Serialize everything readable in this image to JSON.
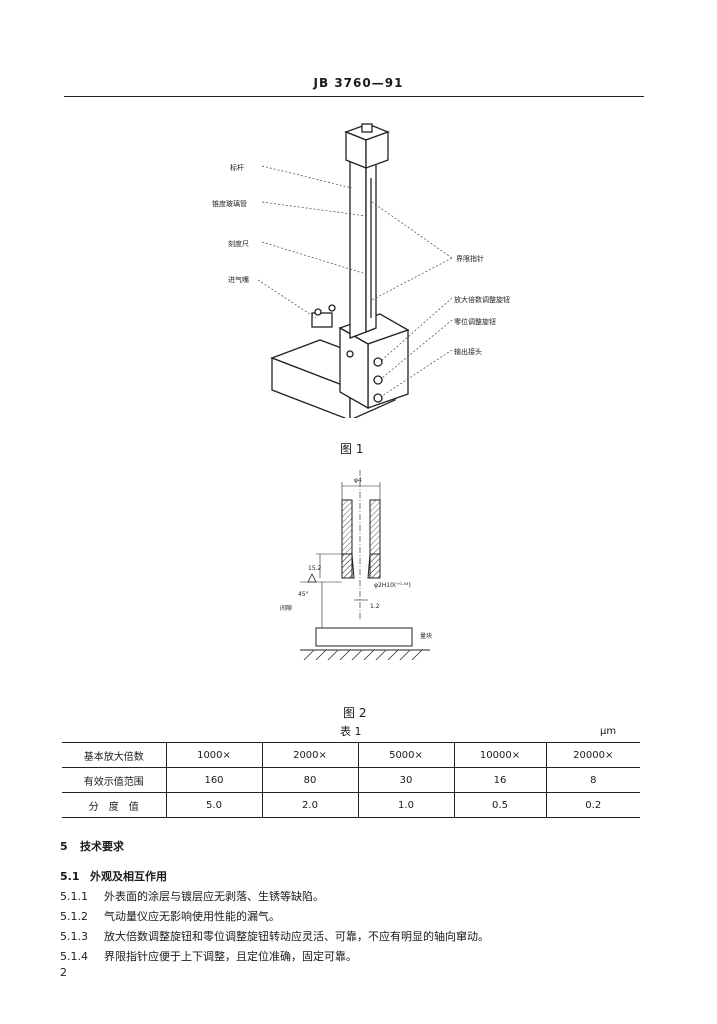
{
  "header": {
    "code": "JB 3760—91"
  },
  "figure1": {
    "caption": "图 1",
    "labels": {
      "biaogan": "标杆",
      "zhuiduxuanniu": "锥度玻璃管",
      "kedu": "刻度尺",
      "jinqizui": "进气嘴",
      "jiexianzhizhen": "界限指针",
      "fangda": "放大倍数调整旋钮",
      "lingwei": "零位调整旋钮",
      "shuchu": "输出接头"
    }
  },
  "figure2": {
    "caption": "图 2",
    "labels": {
      "diameter": "φ4",
      "height_dim": "15.2",
      "fit": "φ2H10(⁺⁰·⁰⁴)",
      "angle": "45°",
      "small_dim": "1.2",
      "gap_label": "间隙",
      "block_label": "量块"
    }
  },
  "table1": {
    "title": "表 1",
    "unit": "μm",
    "rows": [
      [
        "基本放大倍数",
        "1000×",
        "2000×",
        "5000×",
        "10000×",
        "20000×"
      ],
      [
        "有效示值范围",
        "160",
        "80",
        "30",
        "16",
        "8"
      ],
      [
        "分　度　值",
        "5.0",
        "2.0",
        "1.0",
        "0.5",
        "0.2"
      ]
    ]
  },
  "section5": {
    "heading_num": "5",
    "heading": "技术要求",
    "sub_num": "5.1",
    "sub": "外观及相互作用",
    "clauses": [
      {
        "num": "5.1.1",
        "text": "外表面的涂层与镀层应无剥落、生锈等缺陷。"
      },
      {
        "num": "5.1.2",
        "text": "气动量仪应无影响使用性能的漏气。"
      },
      {
        "num": "5.1.3",
        "text": "放大倍数调整旋钮和零位调整旋钮转动应灵活、可靠，不应有明显的轴向窜动。"
      },
      {
        "num": "5.1.4",
        "text": "界限指针应便于上下调整，且定位准确，固定可靠。"
      }
    ]
  },
  "page_number": "2"
}
